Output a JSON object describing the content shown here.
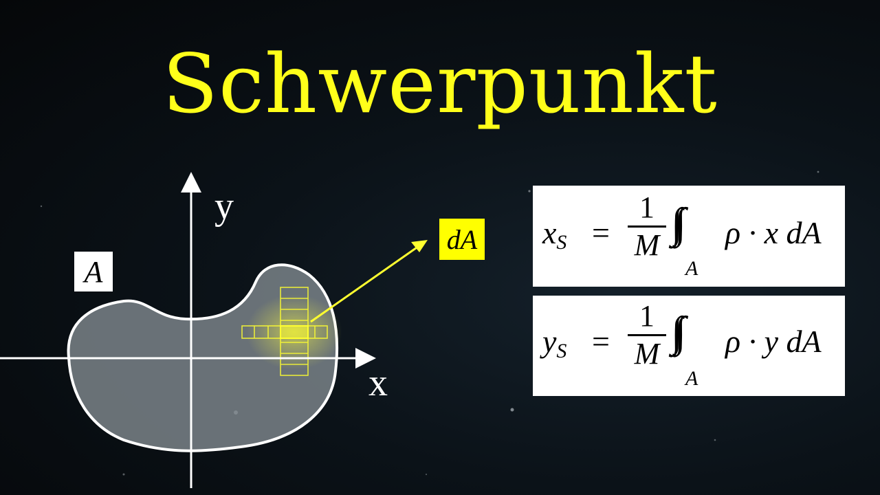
{
  "title": "Schwerpunkt",
  "diagram": {
    "axis_y_label": "y",
    "axis_x_label": "x",
    "region_label": "A",
    "element_label": "dA"
  },
  "formulas": [
    {
      "lhs_var": "x",
      "lhs_sub": "S",
      "equals": "=",
      "frac_num": "1",
      "frac_den": "M",
      "integral": "∫∫",
      "domain": "A",
      "rhs": "ρ · x dA"
    },
    {
      "lhs_var": "y",
      "lhs_sub": "S",
      "equals": "=",
      "frac_num": "1",
      "frac_den": "M",
      "integral": "∫∫",
      "domain": "A",
      "rhs": "ρ · y dA"
    }
  ],
  "colors": {
    "title": "#ffff1a",
    "highlight": "#ffff00",
    "region_fill": "#7a8288",
    "background": "#070b0e"
  }
}
